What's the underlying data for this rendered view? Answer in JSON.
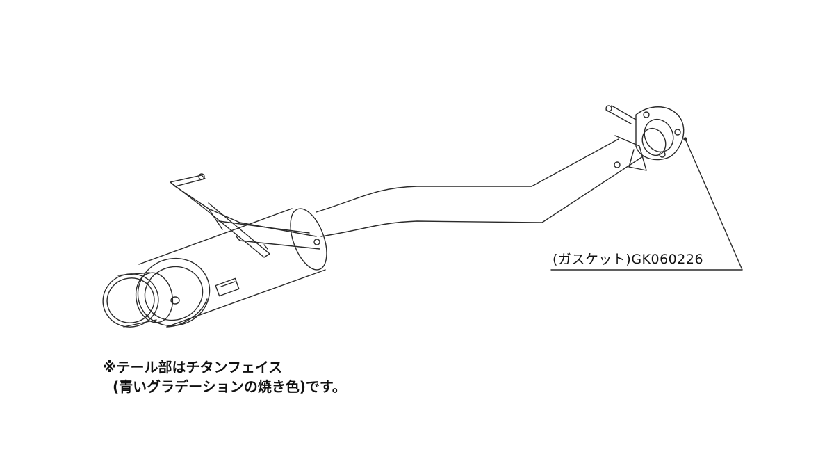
{
  "diagram": {
    "part_callout": "(ガスケット)GK060226",
    "notes": [
      "※テール部はチタンフェイス",
      "(青いグラデーションの焼き色)です。"
    ]
  },
  "colors": {
    "line": "#2a2a2a",
    "background": "#ffffff"
  }
}
